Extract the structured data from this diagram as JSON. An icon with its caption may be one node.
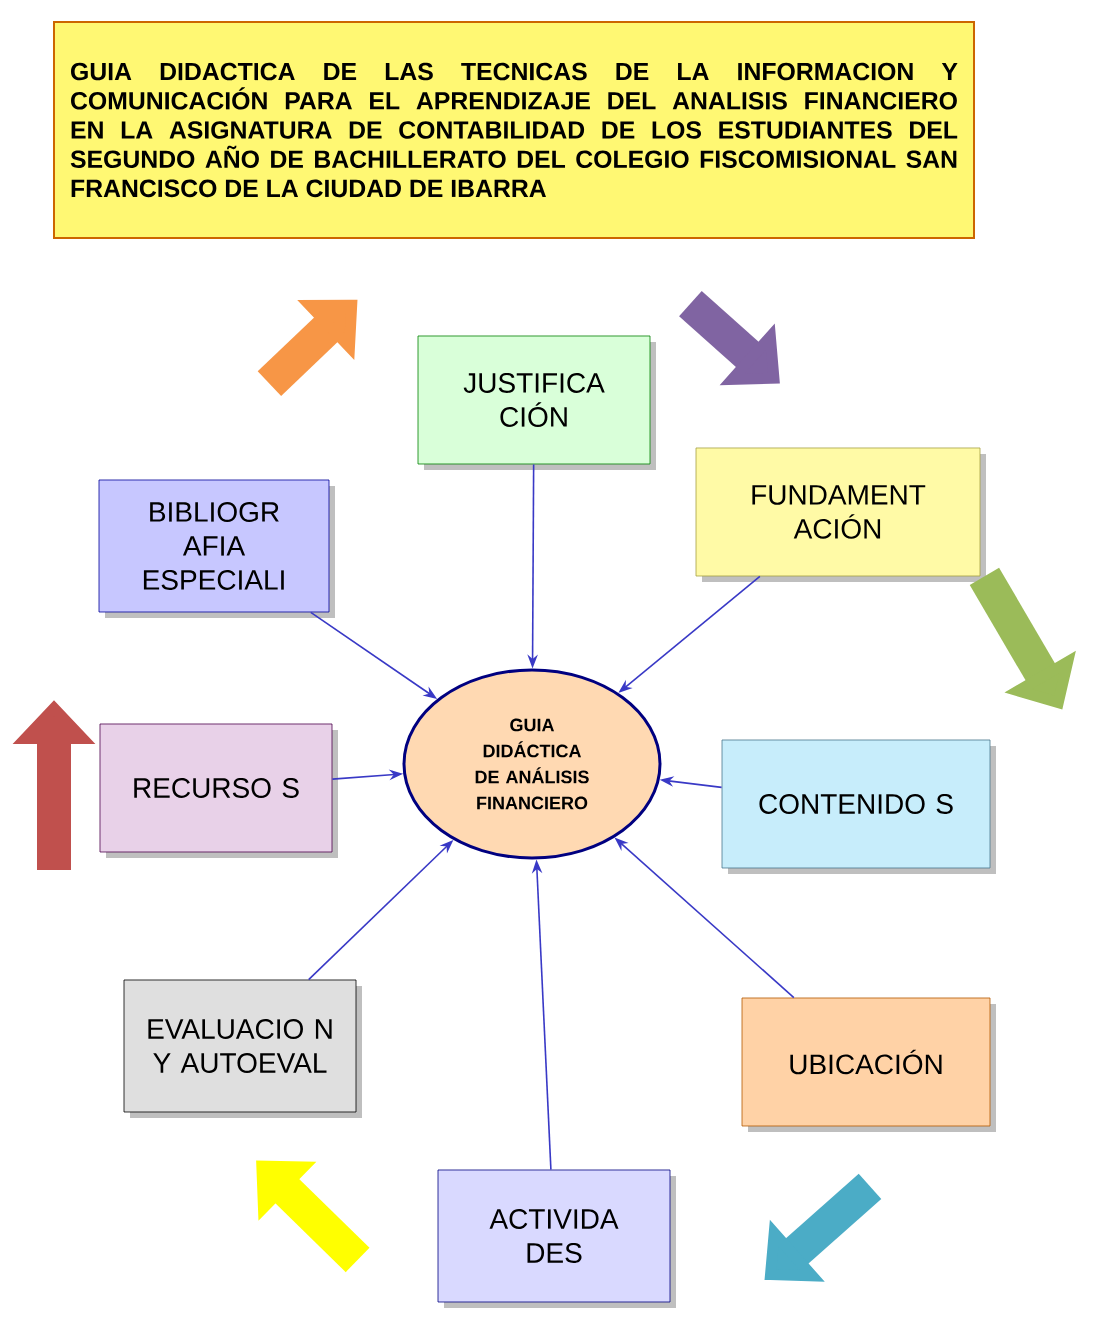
{
  "diagram": {
    "nodes": [
      {
        "text": [
          "GUIA DIDACTICA DE LAS TECNICAS DE LA INFORMACION Y COMUNICACIÓN PARA EL APRENDIZAJE DEL ANALISIS FINANCIERO EN LA ASIGNATURA DE CONTABILIDAD DE LOS ESTUDIANTES DEL SEGUNDO AÑO DE BACHILLERATO DEL COLEGIO FISCOMISIONAL SAN FRANCISCO DE LA CIUDAD DE IBARRA"
        ]
      },
      {
        "text": [
          "JUSTIFICA CIÓN"
        ]
      },
      {
        "text": [
          "FUNDAMENT ACIÓN"
        ]
      },
      {
        "text": [
          "BIBLIOGR AFIA ESPECIALI"
        ]
      },
      {
        "text": [
          "RECURSO S"
        ]
      },
      {
        "text": [
          "GUIA DIDÁCTICA DE ANÁLISIS FINANCIERO"
        ]
      },
      {
        "text": [
          "CONTENIDO S"
        ]
      },
      {
        "text": [
          "EVALUACIO N Y AUTOEVAL"
        ]
      },
      {
        "text": [
          "UBICACIÓN"
        ]
      },
      {
        "text": [
          "ACTIVIDA DES"
        ]
      }
    ],
    "edges": [
      {
        "from": 1,
        "to": 5,
        "arrow": "to"
      },
      {
        "from": 2,
        "to": 5,
        "arrow": "to"
      },
      {
        "from": 3,
        "to": 5,
        "arrow": "to"
      },
      {
        "from": 4,
        "to": 5,
        "arrow": "to"
      },
      {
        "from": 6,
        "to": 5,
        "arrow": "to"
      },
      {
        "from": 7,
        "to": 5,
        "arrow": "to"
      },
      {
        "from": 8,
        "to": 5,
        "arrow": "to"
      },
      {
        "from": 9,
        "to": 5,
        "arrow": "to"
      },
      {
        "from": 3,
        "to": 1,
        "arrow": "to",
        "style": "thick",
        "color": "#f79646"
      },
      {
        "from": 1,
        "to": 2,
        "arrow": "to",
        "style": "thick",
        "color": "#8064a2"
      },
      {
        "from": 2,
        "to": 6,
        "arrow": "to",
        "style": "thick",
        "color": "#9bbb59"
      },
      {
        "from": 8,
        "to": 9,
        "arrow": "to",
        "style": "thick",
        "color": "#4bacc6"
      },
      {
        "from": 9,
        "to": 7,
        "arrow": "to",
        "style": "thick",
        "color": "#ffff00"
      }
    ]
  }
}
